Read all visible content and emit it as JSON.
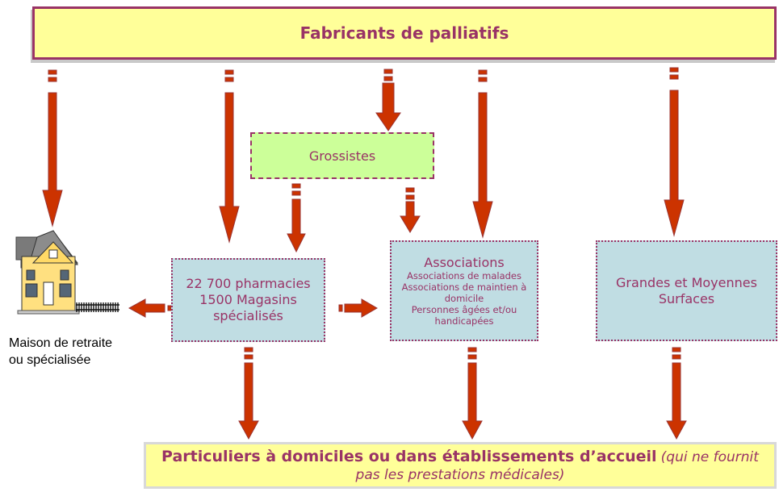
{
  "top": {
    "title": "Fabricants de palliatifs"
  },
  "grossistes": {
    "label": "Grossistes"
  },
  "pharmacies": {
    "lines": [
      "22 700 pharmacies",
      "1500 Magasins",
      "spécialisés"
    ]
  },
  "associations": {
    "title": "Associations",
    "lines": [
      "Associations de malades",
      "Associations de maintien à",
      "domicile",
      "Personnes âgées et/ou",
      "handicapées"
    ]
  },
  "gms": {
    "lines": [
      "Grandes et Moyennes",
      "Surfaces"
    ]
  },
  "maison": {
    "lines": [
      "Maison de retraite",
      "ou spécialisée"
    ]
  },
  "bottom": {
    "main": "Particuliers à domiciles ou dans établissements d’accueil",
    "italic_1": "(qui ne fournit",
    "italic_2": "pas les prestations médicales)"
  },
  "colors": {
    "arrow_fill": "#cc3300",
    "arrow_stroke": "#993333",
    "accent": "#993366",
    "yellow_fill": "#ffff99",
    "green_fill": "#ccff99",
    "blue_fill": "#c0dde3"
  }
}
